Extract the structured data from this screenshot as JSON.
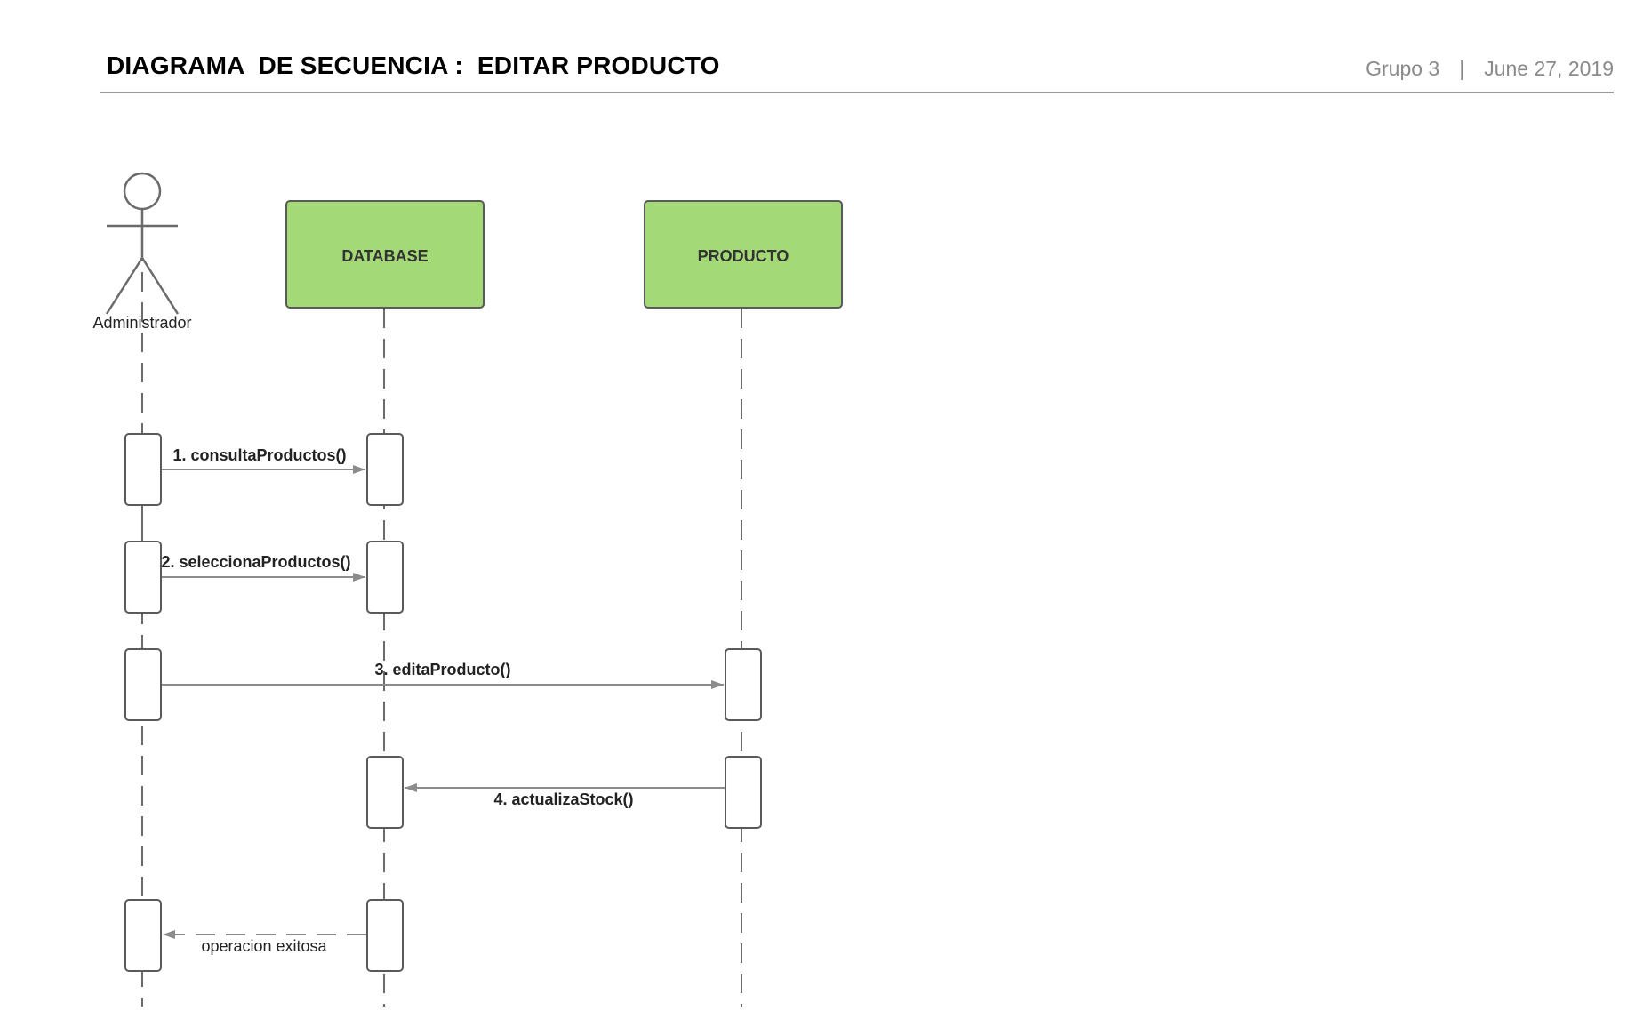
{
  "header": {
    "title": "DIAGRAMA  DE SECUENCIA :  EDITAR PRODUCTO",
    "group": "Grupo 3",
    "separator": "|",
    "date": "June 27, 2019"
  },
  "colors": {
    "object_fill": "#a3d977",
    "object_stroke": "#5a5a5a",
    "line": "#6b6b6b",
    "arrow": "#8c8c8c"
  },
  "actor": {
    "label": "Administrador"
  },
  "objects": [
    {
      "label": "DATABASE"
    },
    {
      "label": "PRODUCTO"
    }
  ],
  "messages": [
    {
      "label": "1. consultaProductos()",
      "from": "Administrador",
      "to": "DATABASE",
      "style": "solid"
    },
    {
      "label": "2. seleccionaProductos()",
      "from": "Administrador",
      "to": "DATABASE",
      "style": "solid"
    },
    {
      "label": "3. editaProducto()",
      "from": "Administrador",
      "to": "PRODUCTO",
      "style": "solid"
    },
    {
      "label": "4. actualizaStock()",
      "from": "PRODUCTO",
      "to": "DATABASE",
      "style": "solid"
    },
    {
      "label": "operacion exitosa",
      "from": "DATABASE",
      "to": "Administrador",
      "style": "dashed"
    }
  ]
}
